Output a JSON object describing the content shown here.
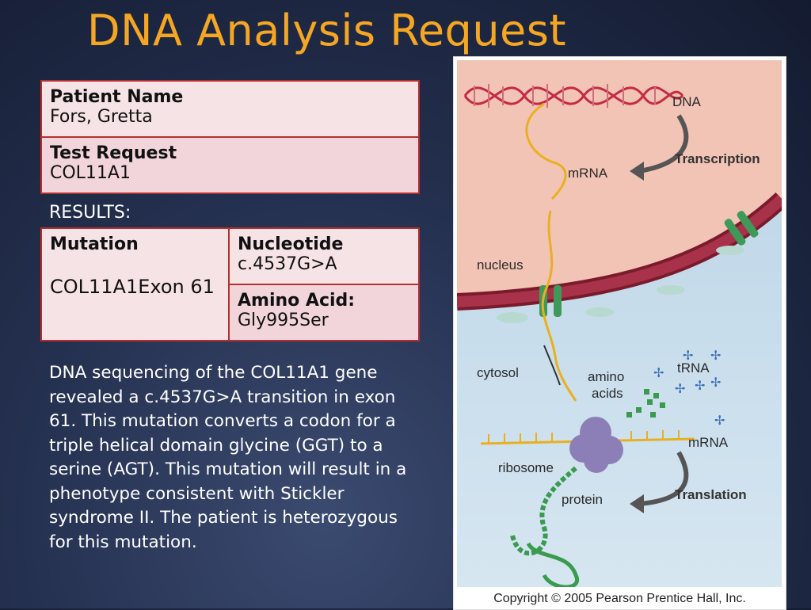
{
  "slide": {
    "title": "DNA Analysis Request"
  },
  "request_table": {
    "patient_name_label": "Patient Name",
    "patient_name_value": "Fors, Gretta",
    "test_request_label": "Test Request",
    "test_request_value": "COL11A1"
  },
  "results_label": "RESULTS:",
  "results_table": {
    "mutation_label": "Mutation",
    "mutation_value": "COL11A1Exon 61",
    "nucleotide_label": "Nucleotide",
    "nucleotide_value": "c.4537G>A",
    "amino_acid_label": "Amino Acid:",
    "amino_acid_value": "Gly995Ser"
  },
  "summary": "DNA sequencing of the COL11A1 gene revealed a c.4537G>A transition in exon 61.  This mutation converts a codon for a triple helical domain glycine (GGT) to a serine (AGT). This mutation will result in a phenotype consistent with Stickler syndrome II. The patient is heterozygous for this mutation.",
  "figure": {
    "labels": {
      "dna": "DNA",
      "transcription": "Transcription",
      "mrna_top": "mRNA",
      "nucleus": "nucleus",
      "cytosol": "cytosol",
      "amino": "amino",
      "acids": "acids",
      "trna": "tRNA",
      "mrna_bottom": "mRNA",
      "ribosome": "ribosome",
      "protein": "protein",
      "translation": "Translation"
    },
    "copyright": "Copyright © 2005 Pearson Prentice Hall, Inc."
  }
}
